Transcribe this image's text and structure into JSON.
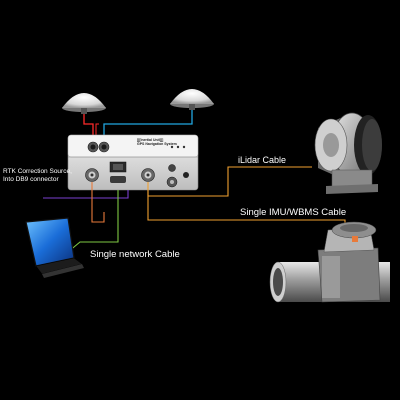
{
  "labels": {
    "rtk_line1": "RTK Correction Source,",
    "rtk_line2": "Into DB9 connector",
    "ilidar": "iLidar Cable",
    "imu": "Single IMU/WBMS  Cable",
    "network": "Single network Cable"
  },
  "device": {
    "brand_line1": "[[[Inertial Unit]]]",
    "brand_line2": "GPS Navigation System"
  },
  "colors": {
    "background": "#000000",
    "gnss_left_cable": "#ff2a2a",
    "gnss_right_cable": "#21a7e0",
    "rtk_cable": "#7a3fd0",
    "network_cable": "#7ec843",
    "ilidar_cable": "#f0a030",
    "imu_cable": "#f0a030",
    "power_cable": "#e87a3a"
  },
  "icons": [
    "gnss-antenna-icon",
    "ilidar-sensor-icon",
    "imu-mount-icon",
    "laptop-icon"
  ]
}
